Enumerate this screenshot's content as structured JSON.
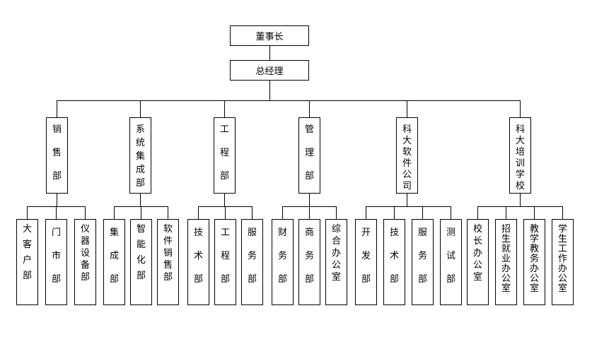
{
  "top": {
    "chairman": "董事长",
    "general_manager": "总经理"
  },
  "departments": [
    {
      "label": "销售部",
      "children": [
        "大客户部",
        "门市部",
        "仪器设备部"
      ]
    },
    {
      "label": "系统集成部",
      "children": [
        "集成部",
        "智能化部",
        "软件销售部"
      ]
    },
    {
      "label": "工程部",
      "children": [
        "技术部",
        "工程部",
        "服务部"
      ]
    },
    {
      "label": "管理部",
      "children": [
        "财务部",
        "商务部",
        "综合办公室"
      ]
    },
    {
      "label": "科大软件公司",
      "children": [
        "开发部",
        "技术部",
        "服务部",
        "测试部"
      ]
    },
    {
      "label": "科大培训学校",
      "children": [
        "校长办公室",
        "招生就业办公室",
        "教学教务办公室",
        "学生工作办公室"
      ]
    }
  ]
}
